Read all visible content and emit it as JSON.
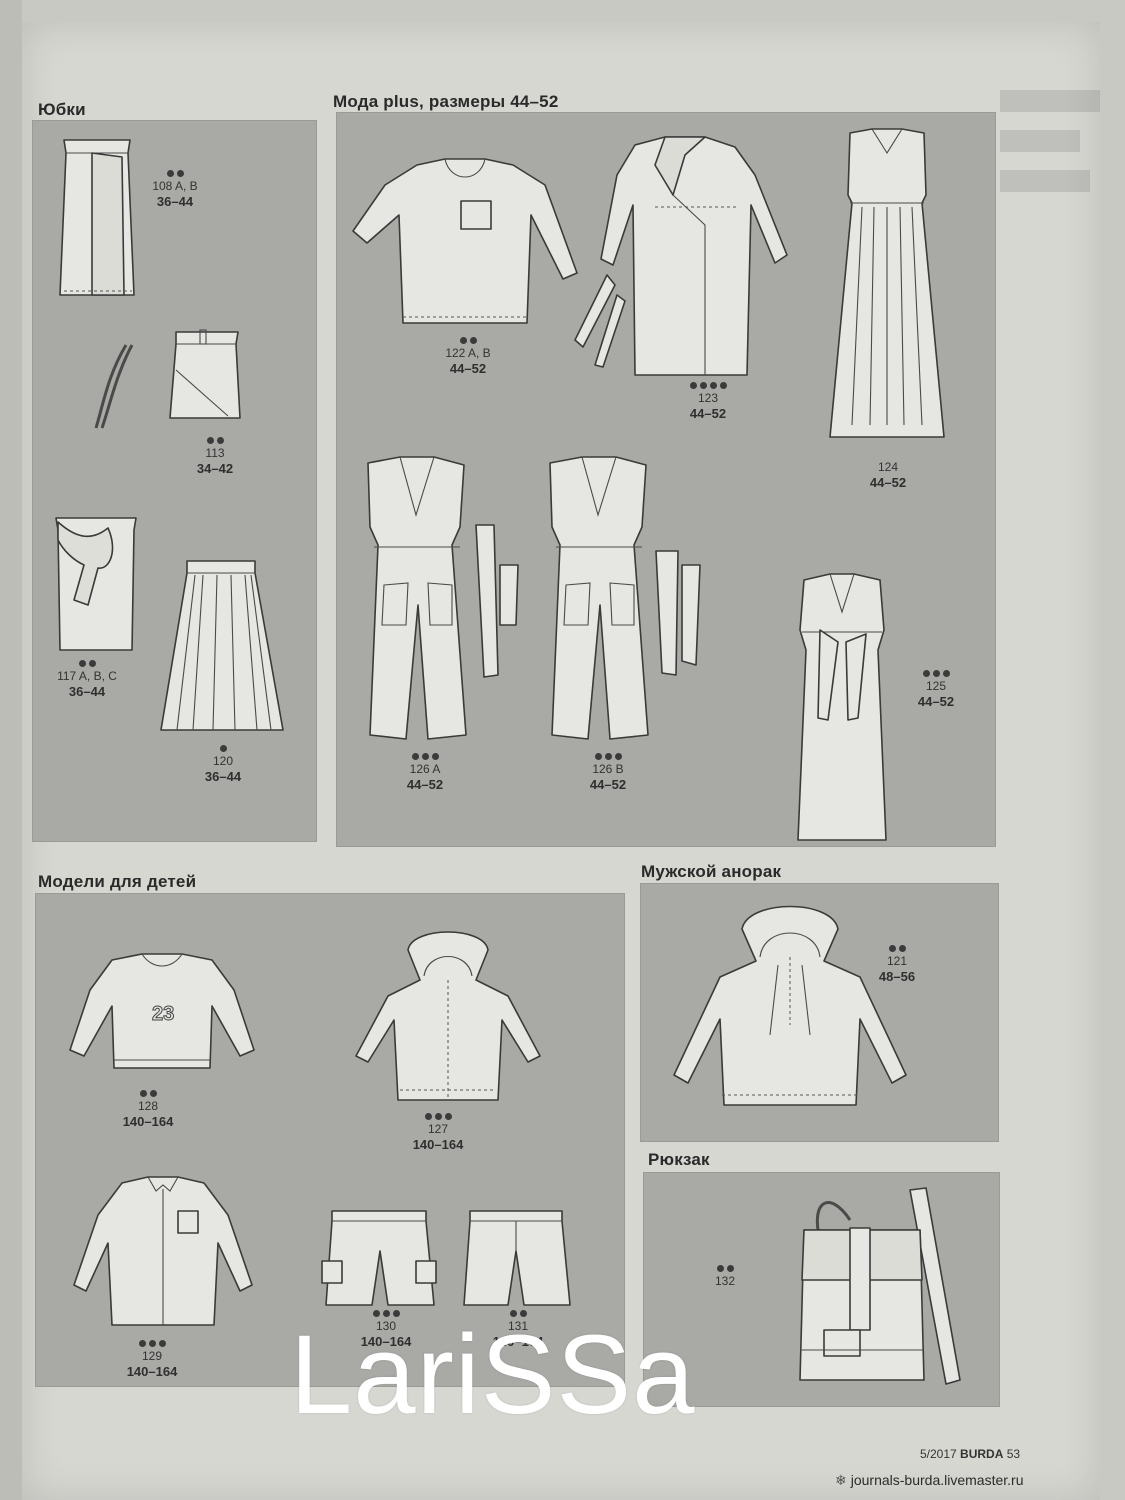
{
  "sections": {
    "skirts": {
      "title": "Юбки"
    },
    "plus": {
      "title": "Мода plus, размеры 44–52"
    },
    "kids": {
      "title": "Модели для детей"
    },
    "anorak": {
      "title": "Мужской анорак"
    },
    "backpack": {
      "title": "Рюкзак"
    }
  },
  "items": {
    "i108": {
      "dots": 2,
      "num": "108 A, B",
      "size": "36–44"
    },
    "i113": {
      "dots": 2,
      "num": "113",
      "size": "34–42"
    },
    "i117": {
      "dots": 2,
      "num": "117 A, B, C",
      "size": "36–44"
    },
    "i120": {
      "dots": 1,
      "num": "120",
      "size": "36–44"
    },
    "i122": {
      "dots": 2,
      "num": "122 A, B",
      "size": "44–52"
    },
    "i123": {
      "dots": 4,
      "num": "123",
      "size": "44–52"
    },
    "i124": {
      "dots": 0,
      "num": "124",
      "size": "44–52"
    },
    "i126a": {
      "dots": 3,
      "num": "126 A",
      "size": "44–52"
    },
    "i126b": {
      "dots": 3,
      "num": "126 B",
      "size": "44–52"
    },
    "i125": {
      "dots": 3,
      "num": "125",
      "size": "44–52"
    },
    "i128": {
      "dots": 2,
      "num": "128",
      "size": "140–164"
    },
    "i127": {
      "dots": 3,
      "num": "127",
      "size": "140–164"
    },
    "i129": {
      "dots": 3,
      "num": "129",
      "size": "140–164"
    },
    "i130": {
      "dots": 3,
      "num": "130",
      "size": "140–164"
    },
    "i131": {
      "dots": 2,
      "num": "131",
      "size": "140–164"
    },
    "i121": {
      "dots": 2,
      "num": "121",
      "size": "48–56"
    },
    "i132": {
      "dots": 2,
      "num": "132",
      "size": ""
    }
  },
  "sweatshirt_print": "23",
  "watermark": "LariSSa",
  "footer": {
    "issue": "5/2017",
    "brand": "BURDA",
    "page": "53"
  },
  "site": "journals-burda.livemaster.ru"
}
